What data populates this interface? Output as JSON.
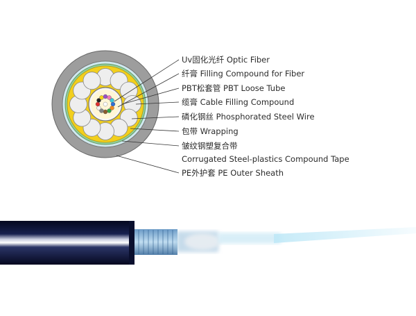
{
  "labels": [
    "Uv固化光纤 Optic Fiber",
    "纤膏 Filling Compound for Fiber",
    "PBT松套管 PBT Loose Tube",
    "缆膏 Cable Filling Compound",
    "磷化钢丝 Phosphorated Steel Wire",
    "包带 Wrapping",
    "皱纹钢塑复合带",
    "Corrugated Steel-plastics Compound Tape",
    "PE外护套 PE Outer Sheath"
  ],
  "colors": {
    "sheath": "#9d9d9d",
    "filling": "#f2cf1d",
    "tube": "#f4f4f4",
    "steel_wire": "#dfe3e6",
    "tape": "#8fcf9a",
    "cable_body": "#0c1238",
    "fiber_glow": "#bfe8f7"
  },
  "fiber_colors": [
    "#2f6fd6",
    "#f08a1c",
    "#2ea84a",
    "#8b5a2b",
    "#808080",
    "#f2f2f2",
    "#e03030",
    "#222222",
    "#f2d21a",
    "#9a4fc7",
    "#f07bb7",
    "#3cc7d9"
  ]
}
